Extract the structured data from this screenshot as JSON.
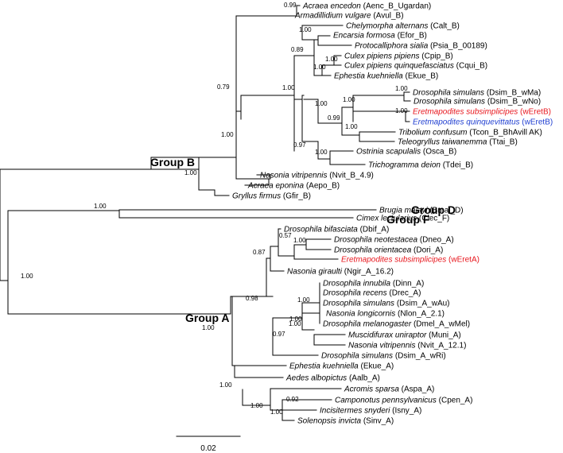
{
  "colors": {
    "default": "#000000",
    "red": "#e8171e",
    "blue": "#1f3ed1"
  },
  "scale_bar": {
    "label": "0.02"
  },
  "groups": [
    {
      "key": "B",
      "label": "Group B"
    },
    {
      "key": "D",
      "label": "Group D"
    },
    {
      "key": "F",
      "label": "Group F"
    },
    {
      "key": "A",
      "label": "Group A"
    }
  ],
  "leaves": [
    {
      "key": "aenc",
      "species": "Acraea encedon",
      "code": "(Aenc_B_Ugardan)",
      "color": "default"
    },
    {
      "key": "avul",
      "species": "Armadillidium vulgare",
      "code": "(Avul_B)",
      "color": "default"
    },
    {
      "key": "calt",
      "species": "Chelymorpha alternans",
      "code": "(Calt_B)",
      "color": "default"
    },
    {
      "key": "efor",
      "species": "Encarsia formosa",
      "code": "(Efor_B)",
      "color": "default"
    },
    {
      "key": "psia",
      "species": "Protocalliphora sialia",
      "code": "(Psia_B_00189)",
      "color": "default"
    },
    {
      "key": "cpip",
      "species": "Culex pipiens pipiens",
      "code": "(Cpip_B)",
      "color": "default"
    },
    {
      "key": "cqui",
      "species": "Culex pipiens quinquefasciatus",
      "code": "(Cqui_B)",
      "color": "default"
    },
    {
      "key": "ekueb",
      "species": "Ephestia kuehniella",
      "code": "(Ekue_B)",
      "color": "default"
    },
    {
      "key": "dsimwma",
      "species": "Drosophila simulans",
      "code": "(Dsim_B_wMa)",
      "color": "default"
    },
    {
      "key": "dsimwno",
      "species": "Drosophila simulans",
      "code": "(Dsim_B_wNo)",
      "color": "default"
    },
    {
      "key": "esubb",
      "species": "Eretmapodites subsimplicipes",
      "code": "(wEretB)",
      "color": "red"
    },
    {
      "key": "equi",
      "species": "Eretmapodites quinquevittatus",
      "code": "(wEretB)",
      "color": "blue"
    },
    {
      "key": "tcon",
      "species": "Tribolium confusum",
      "code": "(Tcon_B_BhAvill AK)",
      "color": "default"
    },
    {
      "key": "ttai",
      "species": "Teleogryllus taiwanemma",
      "code": "(Ttai_B)",
      "color": "default"
    },
    {
      "key": "osca",
      "species": "Ostrinia scapulalis",
      "code": "(Osca_B)",
      "color": "default"
    },
    {
      "key": "tdei",
      "species": "Trichogramma deion",
      "code": "(Tdei_B)",
      "color": "default"
    },
    {
      "key": "nvitb",
      "species": "Nasonia vitripennis",
      "code": "(Nvit_B_4.9)",
      "color": "default"
    },
    {
      "key": "aepo",
      "species": "Acraea eponina",
      "code": "(Aepo_B)",
      "color": "default"
    },
    {
      "key": "gfir",
      "species": "Gryllus firmus",
      "code": "(Gfir_B)",
      "color": "default"
    },
    {
      "key": "bmal",
      "species": "Brugia malayi",
      "code": "(Bmal_D)",
      "color": "default"
    },
    {
      "key": "clec",
      "species": "Cimex lectularius",
      "code": "(Clec_F)",
      "color": "default"
    },
    {
      "key": "dbif",
      "species": "Drosophila bifasciata",
      "code": "(Dbif_A)",
      "color": "default"
    },
    {
      "key": "dneo",
      "species": "Drosophila neotestacea",
      "code": "(Dneo_A)",
      "color": "default"
    },
    {
      "key": "dori",
      "species": "Drosophila orientacea",
      "code": "(Dori_A)",
      "color": "default"
    },
    {
      "key": "esuba",
      "species": "Eretmapodites subsimplicipes",
      "code": "(wEretA)",
      "color": "red"
    },
    {
      "key": "ngir",
      "species": "Nasonia giraulti",
      "code": "(Ngir_A_16.2)",
      "color": "default"
    },
    {
      "key": "dinn",
      "species": "Drosophila innubila",
      "code": "(Dinn_A)",
      "color": "default"
    },
    {
      "key": "drec",
      "species": "Drosophila recens",
      "code": "(Drec_A)",
      "color": "default"
    },
    {
      "key": "dsimwau",
      "species": "Drosophila simulans",
      "code": "(Dsim_A_wAu)",
      "color": "default"
    },
    {
      "key": "nlon",
      "species": "Nasonia longicornis",
      "code": "(Nlon_A_2.1)",
      "color": "default"
    },
    {
      "key": "dmel",
      "species": "Drosophila melanogaster",
      "code": "(Dmel_A_wMel)",
      "color": "default"
    },
    {
      "key": "muni",
      "species": "Muscidifurax uniraptor",
      "code": "(Muni_A)",
      "color": "default"
    },
    {
      "key": "nvita",
      "species": "Nasonia vitripennis",
      "code": "(Nvit_A_12.1)",
      "color": "default"
    },
    {
      "key": "dsimwri",
      "species": "Drosophila simulans",
      "code": "(Dsim_A_wRi)",
      "color": "default"
    },
    {
      "key": "ekuea",
      "species": "Ephestia kuehniella",
      "code": "(Ekue_A)",
      "color": "default"
    },
    {
      "key": "aalb",
      "species": "Aedes albopictus",
      "code": "(Aalb_A)",
      "color": "default"
    },
    {
      "key": "aspa",
      "species": "Acromis sparsa",
      "code": "(Aspa_A)",
      "color": "default"
    },
    {
      "key": "cpen",
      "species": "Camponotus pennsylvanicus",
      "code": "(Cpen_A)",
      "color": "default"
    },
    {
      "key": "isny",
      "species": "Incisitermes snyderi",
      "code": "(Isny_A)",
      "color": "default"
    },
    {
      "key": "sinv",
      "species": "Solenopsis invicta",
      "code": "(Sinv_A)",
      "color": "default"
    }
  ],
  "supports": [
    {
      "key": "aenc-avul",
      "value": "0.99"
    },
    {
      "key": "b-upper",
      "value": "0.79"
    },
    {
      "key": "b-top",
      "value": "1.00"
    },
    {
      "key": "calt-clade",
      "value": "1.00"
    },
    {
      "key": "culex-clade",
      "value": "0.89"
    },
    {
      "key": "culex-pair",
      "value": "1.00"
    },
    {
      "key": "culex-ekue",
      "value": "1.00"
    },
    {
      "key": "dros-ere-clade",
      "value": "1.00"
    },
    {
      "key": "dsim-pair",
      "value": "1.00"
    },
    {
      "key": "dsim-ere",
      "value": "1.00"
    },
    {
      "key": "ere-pair",
      "value": "1.00"
    },
    {
      "key": "ere-tcon",
      "value": "0.99"
    },
    {
      "key": "tcon-ttai",
      "value": "1.00"
    },
    {
      "key": "inner-b",
      "value": "0.97"
    },
    {
      "key": "osca-tdei",
      "value": "1.00"
    },
    {
      "key": "group-b",
      "value": "1.00"
    },
    {
      "key": "group-b-stem",
      "value": "1.00"
    },
    {
      "key": "group-d",
      "value": "1.00"
    },
    {
      "key": "root-lower",
      "value": "1.00"
    },
    {
      "key": "dneo-dori",
      "value": "1.00"
    },
    {
      "key": "dbif-clade",
      "value": "0.57"
    },
    {
      "key": "ngir-clade",
      "value": "0.87"
    },
    {
      "key": "a-upper",
      "value": "0.98"
    },
    {
      "key": "dinn-clade",
      "value": "1.00"
    },
    {
      "key": "dsim-nlon",
      "value": "1.00"
    },
    {
      "key": "dsim-muni",
      "value": "1.00"
    },
    {
      "key": "muni-nvit",
      "value": "0.97"
    },
    {
      "key": "group-a",
      "value": "1.00"
    },
    {
      "key": "aalb-clade",
      "value": "1.00"
    },
    {
      "key": "aspa-clade",
      "value": "1.00"
    },
    {
      "key": "cpen-isny",
      "value": "0.92"
    },
    {
      "key": "cpen-sinv",
      "value": "1.00"
    }
  ]
}
